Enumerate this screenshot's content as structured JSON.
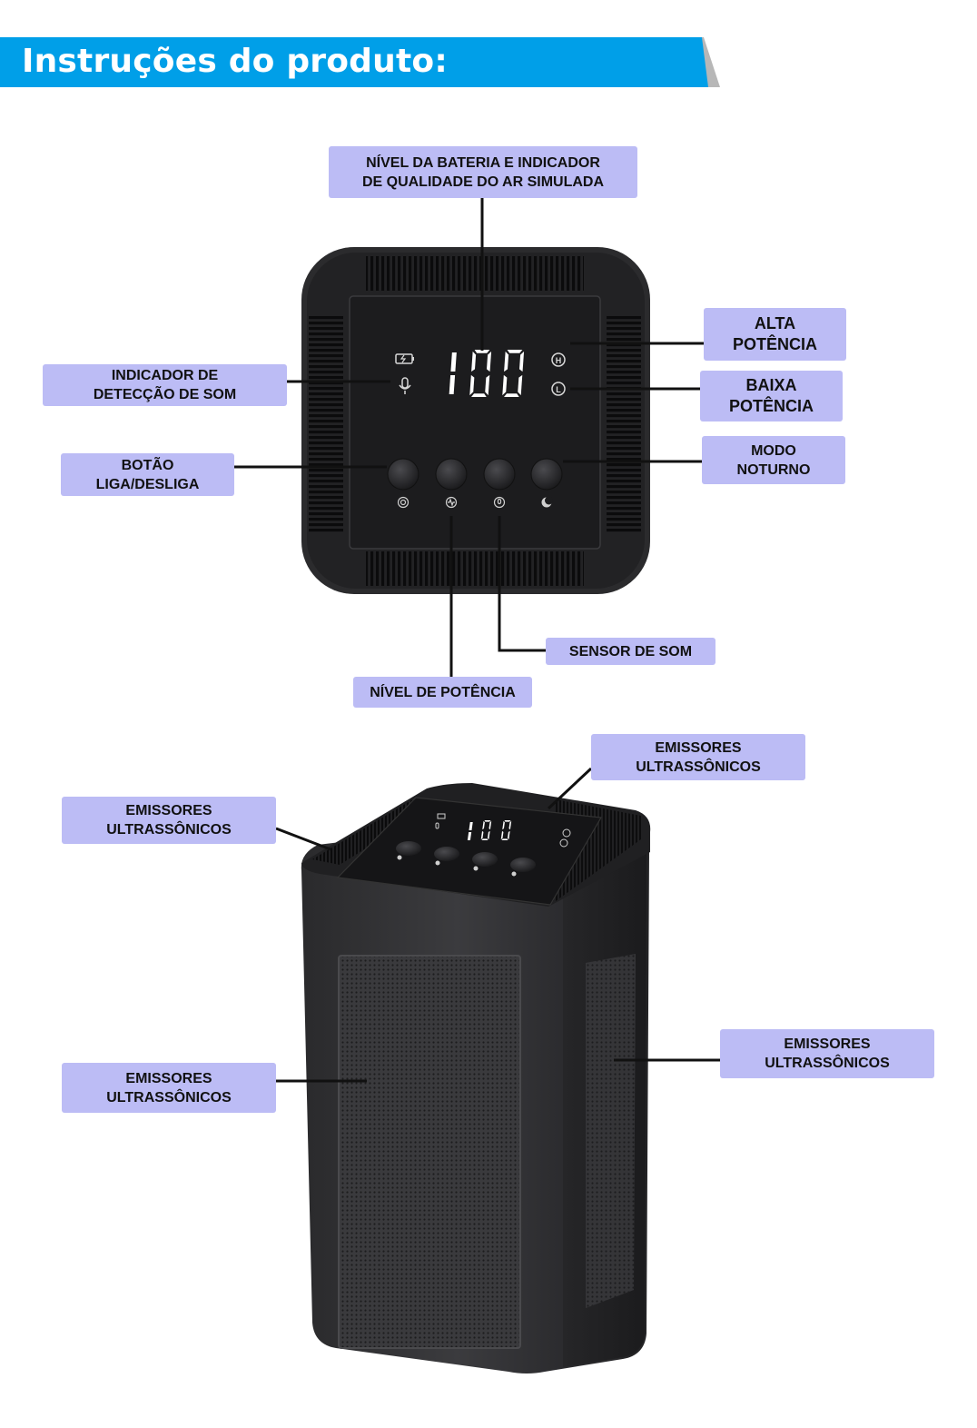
{
  "title": "Instruções do produto:",
  "display": {
    "reading": "100",
    "reading_small": "100"
  },
  "colors": {
    "banner": "#009fe8",
    "banner_shadow": "#b7b7b7",
    "callout_background": "#bcbcf5",
    "device_body": "#2b2b2d",
    "display_digits": "#ffffff"
  },
  "icons": {
    "battery": "battery-icon",
    "microphone": "microphone-icon",
    "high_power": "h-circle-icon",
    "low_power": "l-circle-icon",
    "power": "power-icon",
    "power_level": "pulse-icon",
    "sound_sensor": "microphone-circle-icon",
    "night_mode": "moon-icon"
  },
  "callouts": {
    "battery_air_quality": "NÍVEL DA BATERIA E INDICADOR\nDE QUALIDADE DO AR SIMULADA",
    "high_power": "ALTA\nPOTÊNCIA",
    "low_power": "BAIXA\nPOTÊNCIA",
    "night_mode": "MODO\nNOTURNO",
    "sound_detection": "INDICADOR DE\nDETECÇÃO DE SOM",
    "power_button": "BOTÃO\nLIGA/DESLIGA",
    "sound_sensor": "SENSOR DE SOM",
    "power_level": "NÍVEL DE POTÊNCIA",
    "emitters_top_right": "EMISSORES\nULTRASSÔNICOS",
    "emitters_top_left": "EMISSORES\nULTRASSÔNICOS",
    "emitters_front": "EMISSORES\nULTRASSÔNICOS",
    "emitters_side": "EMISSORES\nULTRASSÔNICOS"
  }
}
